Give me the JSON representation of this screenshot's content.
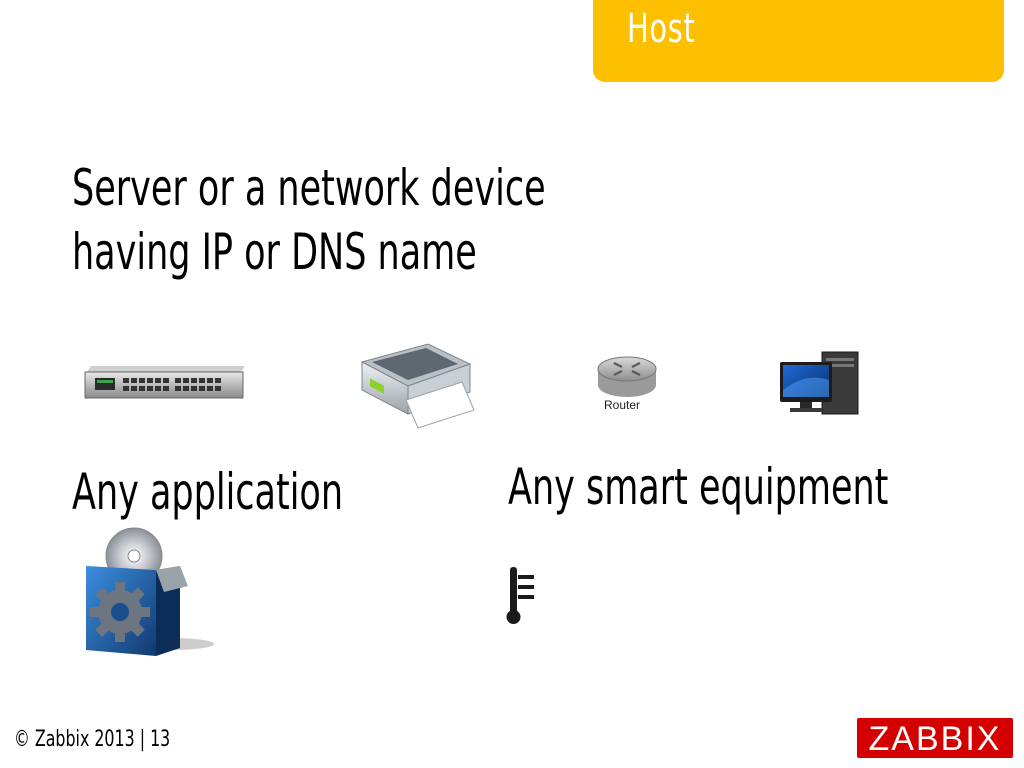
{
  "title": "Host",
  "heading_line1": "Server or a network device",
  "heading_line2": "having IP or DNS name",
  "application_heading": "Any application",
  "equipment_heading": "Any smart equipment",
  "router_label": "Router",
  "footer": "© Zabbix 2013 | 13",
  "logo_text": "ZABBIX",
  "icons": [
    "network-switch-icon",
    "printer-icon",
    "router-icon",
    "desktop-computer-icon",
    "application-package-icon",
    "thermometer-icon"
  ],
  "colors": {
    "title_tab": "#fcc000",
    "logo": "#d40000"
  }
}
